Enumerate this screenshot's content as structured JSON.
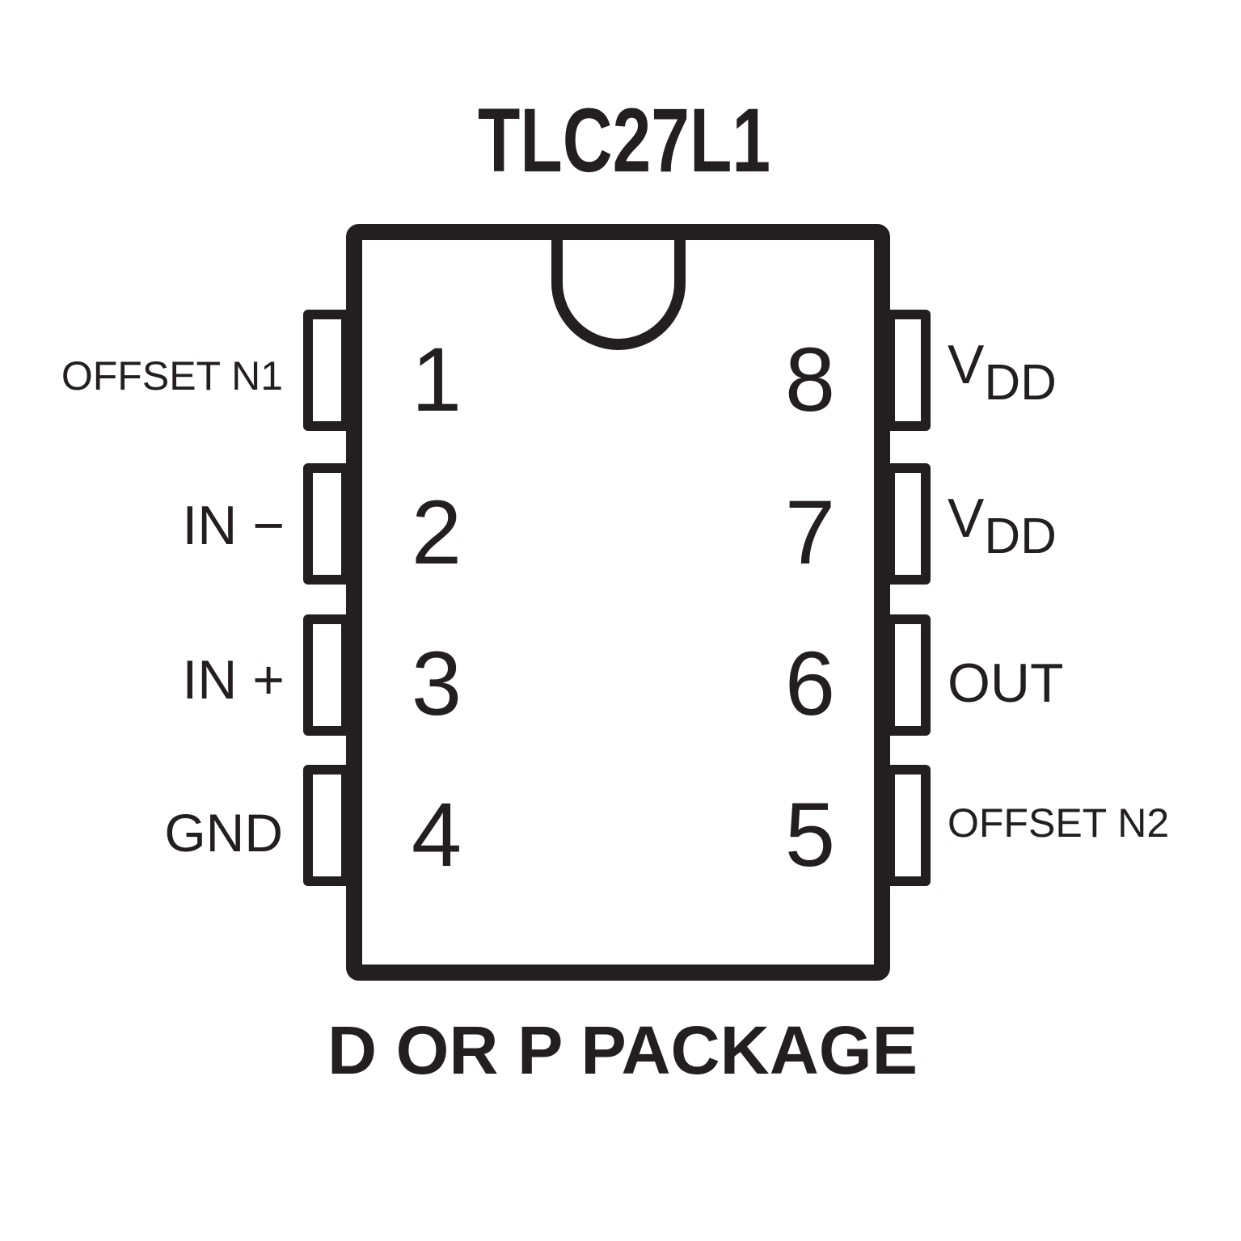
{
  "title": "TLC27L1",
  "package_label": "D OR P PACKAGE",
  "pins": [
    {
      "number": "1",
      "name": "OFFSET N1"
    },
    {
      "number": "2",
      "name": "IN −"
    },
    {
      "number": "3",
      "name": "IN +"
    },
    {
      "number": "4",
      "name": "GND"
    },
    {
      "number": "5",
      "name": "OFFSET N2"
    },
    {
      "number": "6",
      "name": "OUT"
    },
    {
      "number": "7",
      "name": "V",
      "sub": "DD"
    },
    {
      "number": "8",
      "name": "V",
      "sub": "DD"
    }
  ],
  "colors": {
    "ink": "#231f20",
    "background": "#ffffff"
  }
}
